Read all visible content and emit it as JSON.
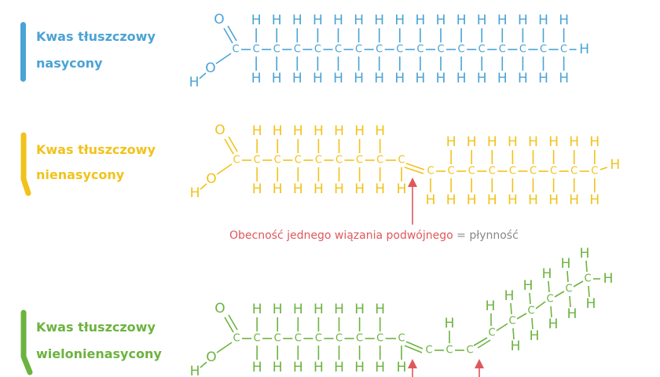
{
  "colors": {
    "saturated": "#4aa3d6",
    "unsaturated": "#f2c21b",
    "polyunsaturated": "#6cb33f",
    "annotation_red": "#e0575b",
    "annotation_gray": "#888888"
  },
  "rows": [
    {
      "label_line1": "Kwas tłuszczowy",
      "label_line2": "nasycony",
      "type": "saturated"
    },
    {
      "label_line1": "Kwas tłuszczowy",
      "label_line2": "nienasycony",
      "type": "monounsaturated"
    },
    {
      "label_line1": "Kwas tłuszczowy",
      "label_line2": "wielonienasycony",
      "type": "polyunsaturated"
    }
  ],
  "annotation": {
    "red_text": "Obecność jednego wiązania podwójnego",
    "equals": " = ",
    "gray_text": "płynność"
  },
  "atoms": {
    "carbon": "C",
    "hydrogen": "H",
    "oxygen": "O"
  }
}
